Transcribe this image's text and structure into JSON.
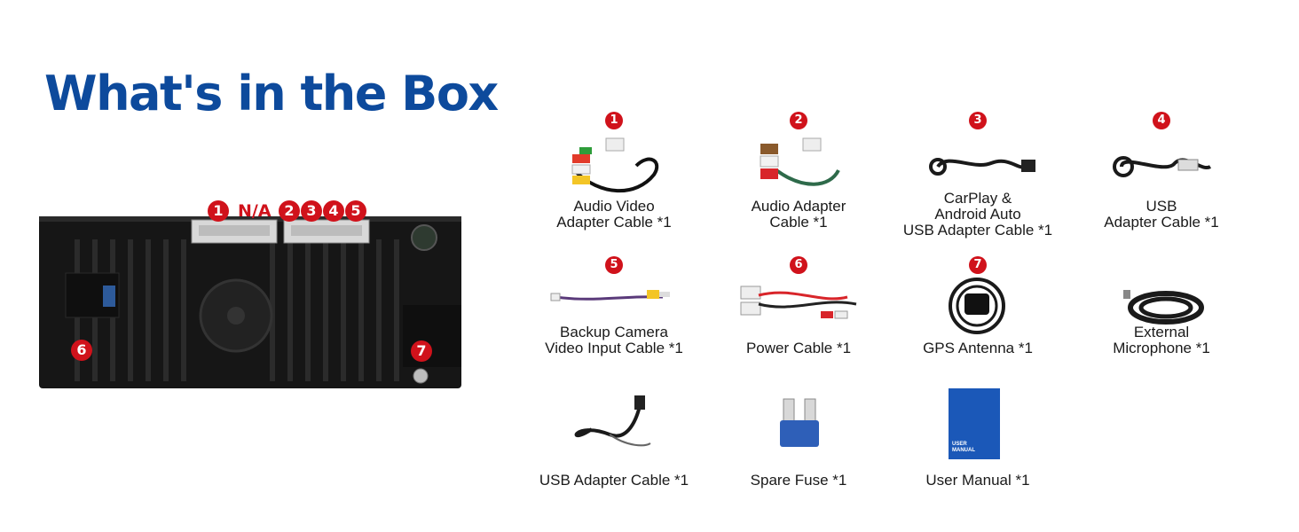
{
  "title": "What's in the Box",
  "unit_ports": {
    "port_1": "1",
    "port_na": "N/A",
    "port_2": "2",
    "port_3": "3",
    "port_4": "4",
    "port_5": "5",
    "port_6": "6",
    "port_7": "7"
  },
  "items": [
    {
      "num": "1",
      "lines": [
        "Audio Video",
        "Adapter Cable *1"
      ],
      "icon": "av-cable-icon"
    },
    {
      "num": "2",
      "lines": [
        "Audio Adapter",
        "Cable *1"
      ],
      "icon": "audio-cable-icon"
    },
    {
      "num": "3",
      "lines": [
        "CarPlay &",
        "Android Auto",
        "USB Adapter Cable *1"
      ],
      "icon": "usb-cable-icon"
    },
    {
      "num": "4",
      "lines": [
        "USB",
        "Adapter Cable *1"
      ],
      "icon": "usb-cable-icon"
    },
    {
      "num": "5",
      "lines": [
        "Backup Camera",
        "Video Input Cable *1"
      ],
      "icon": "camera-cable-icon"
    },
    {
      "num": "6",
      "lines": [
        "Power Cable *1"
      ],
      "icon": "power-cable-icon"
    },
    {
      "num": "7",
      "lines": [
        "GPS Antenna *1"
      ],
      "icon": "gps-antenna-icon"
    },
    {
      "num": "",
      "lines": [
        "External",
        "Microphone *1"
      ],
      "icon": "microphone-icon"
    },
    {
      "num": "",
      "lines": [
        "USB Adapter Cable *1"
      ],
      "icon": "usb-cable-icon"
    },
    {
      "num": "",
      "lines": [
        "Spare Fuse *1"
      ],
      "icon": "fuse-icon"
    },
    {
      "num": "",
      "lines": [
        "User Manual *1"
      ],
      "icon": "manual-icon"
    }
  ],
  "manual_cover_text": [
    "USER",
    "MANUAL"
  ]
}
